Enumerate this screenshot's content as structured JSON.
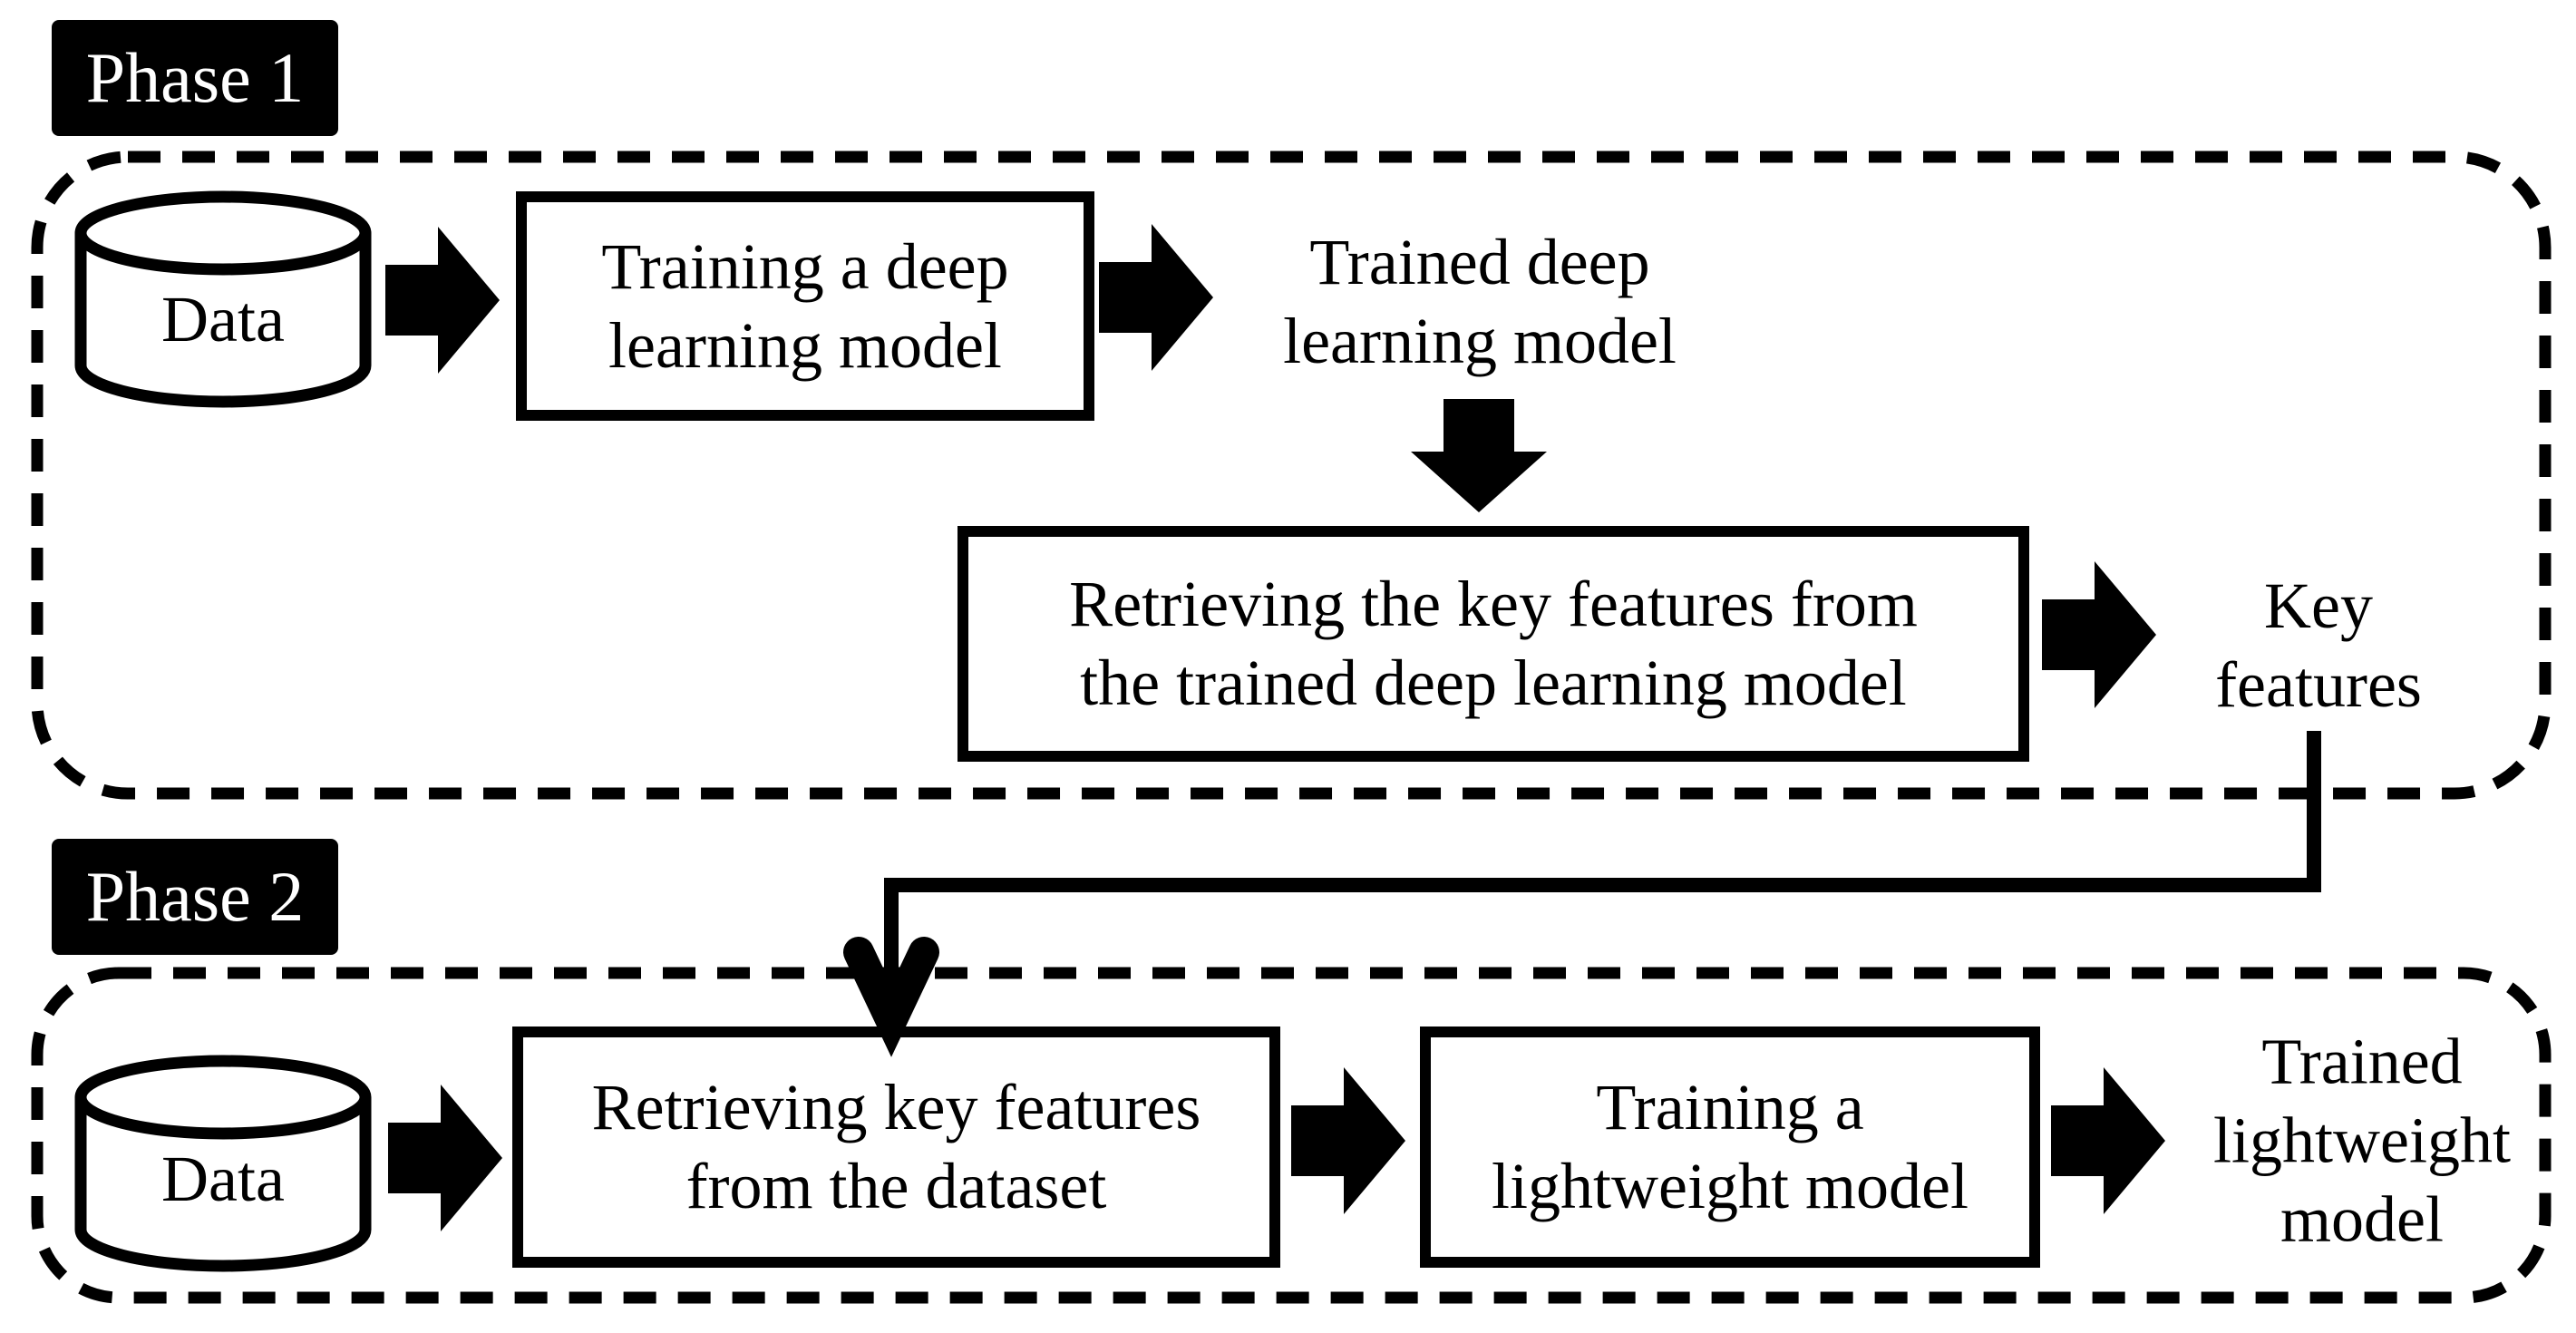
{
  "phase1": {
    "label": "Phase 1",
    "data_cylinder_label": "Data",
    "training_box": "Training a deep\nlearning model",
    "trained_model_label": "Trained deep\nlearning model",
    "retrieving_box": "Retrieving the key features from\nthe trained deep learning model",
    "key_features_label": "Key\nfeatures"
  },
  "phase2": {
    "label": "Phase 2",
    "data_cylinder_label": "Data",
    "retrieving_box": "Retrieving key features\nfrom the dataset",
    "training_box": "Training a\nlightweight model",
    "trained_model_label": "Trained\nlightweight\nmodel"
  },
  "icons": {
    "database_cylinder": "database-cylinder-icon",
    "block_arrow": "block-arrow-icon",
    "connector": "elbow-arrow-connector"
  },
  "colors": {
    "ink": "#000000",
    "paper": "#ffffff"
  }
}
